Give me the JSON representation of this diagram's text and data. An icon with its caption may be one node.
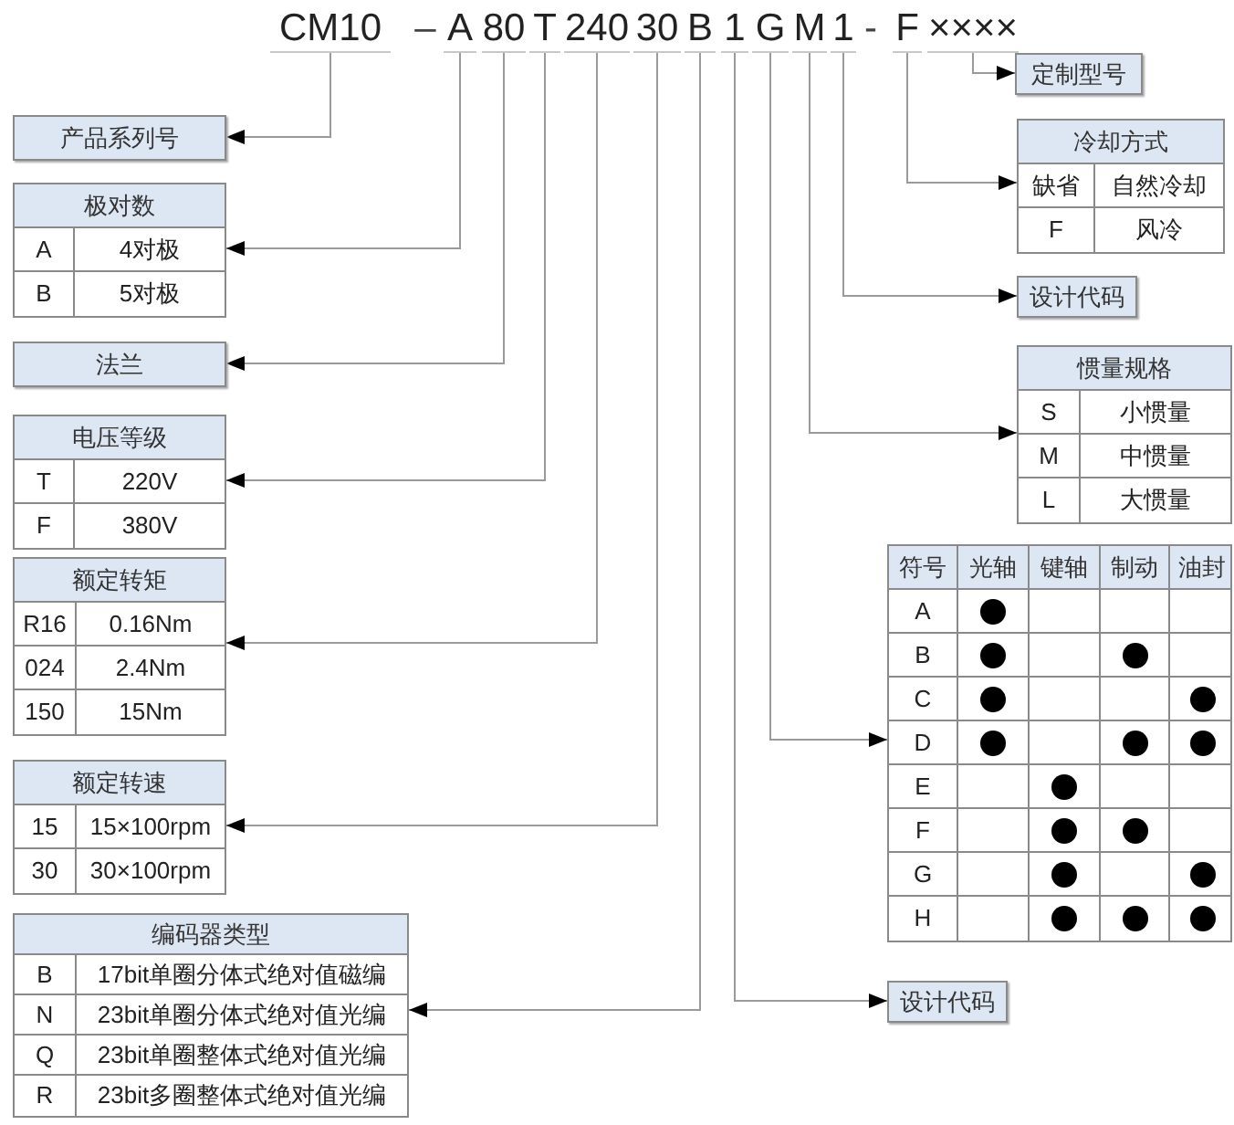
{
  "diagram": {
    "nodes": [
      {
        "text": [
          "CM10"
        ]
      },
      {
        "text": [
          "A"
        ]
      },
      {
        "text": [
          "80"
        ]
      },
      {
        "text": [
          "T"
        ]
      },
      {
        "text": [
          "240"
        ]
      },
      {
        "text": [
          "30"
        ]
      },
      {
        "text": [
          "B"
        ]
      },
      {
        "text": [
          "1"
        ]
      },
      {
        "text": [
          "G"
        ]
      },
      {
        "text": [
          "M"
        ]
      },
      {
        "text": [
          "1"
        ]
      },
      {
        "text": [
          "F"
        ]
      },
      {
        "text": [
          "××××"
        ]
      },
      {
        "text": [
          "定制型号"
        ]
      },
      {
        "text": [
          "产品系列号"
        ]
      },
      {
        "text": [
          "极对数",
          "A",
          "4对极",
          "B",
          "5对极"
        ]
      },
      {
        "text": [
          "冷却方式",
          "缺省",
          "自然冷却",
          "F",
          "风冷"
        ]
      },
      {
        "text": [
          "法兰"
        ]
      },
      {
        "text": [
          "设计代码"
        ]
      },
      {
        "text": [
          "电压等级",
          "T",
          "220V",
          "F",
          "380V"
        ]
      },
      {
        "text": [
          "惯量规格",
          "S",
          "小惯量",
          "M",
          "中惯量",
          "L",
          "大惯量"
        ]
      },
      {
        "text": [
          "额定转矩",
          "R16",
          "0.16Nm",
          "024",
          "2.4Nm",
          "150",
          "15Nm"
        ]
      },
      {
        "text": [
          "符号",
          "光轴",
          "键轴",
          "制动",
          "油封",
          "A",
          "B",
          "C",
          "D",
          "E",
          "F",
          "G",
          "H"
        ]
      },
      {
        "text": [
          "额定转速",
          "15",
          "15×100rpm",
          "30",
          "30×100rpm"
        ]
      },
      {
        "text": [
          "编码器类型",
          "B",
          "17bit单圈分体式绝对值磁编",
          "N",
          "23bit单圈分体式绝对值光编",
          "Q",
          "23bit单圈整体式绝对值光编",
          "R",
          "23bit多圈整体式绝对值光编"
        ]
      },
      {
        "text": [
          "设计代码"
        ]
      }
    ],
    "edges": [
      {
        "from": 0,
        "to": 14,
        "arrow": "to"
      },
      {
        "from": 1,
        "to": 15,
        "arrow": "to"
      },
      {
        "from": 2,
        "to": 17,
        "arrow": "to"
      },
      {
        "from": 3,
        "to": 19,
        "arrow": "to"
      },
      {
        "from": 4,
        "to": 21,
        "arrow": "to"
      },
      {
        "from": 5,
        "to": 23,
        "arrow": "to"
      },
      {
        "from": 6,
        "to": 24,
        "arrow": "to"
      },
      {
        "from": 7,
        "to": 25,
        "arrow": "to"
      },
      {
        "from": 8,
        "to": 22,
        "arrow": "to"
      },
      {
        "from": 9,
        "to": 20,
        "arrow": "to"
      },
      {
        "from": 10,
        "to": 18,
        "arrow": "to"
      },
      {
        "from": 11,
        "to": 16,
        "arrow": "to"
      },
      {
        "from": 12,
        "to": 13,
        "arrow": "to"
      }
    ],
    "labels": [
      "–",
      "-"
    ]
  }
}
